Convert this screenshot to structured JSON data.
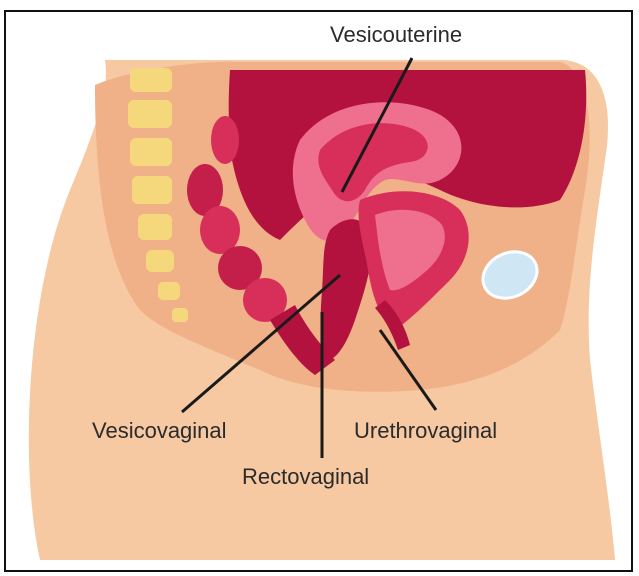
{
  "labels": {
    "vesicouterine": "Vesicouterine",
    "vesicovaginal": "Vesicovaginal",
    "rectovaginal": "Rectovaginal",
    "urethrovaginal": "Urethrovaginal"
  },
  "colors": {
    "skin": "#f6c9a2",
    "skin_dark": "#e8a87f",
    "pelvis_fill": "#f3b48c",
    "vertebra": "#f5d77c",
    "organ_dark": "#b3123f",
    "organ_mid": "#d82f5a",
    "organ_light": "#ef6f8e",
    "bladder_highlight": "#cfe7f4",
    "leader_line": "#1a1a1a",
    "border": "#111111"
  }
}
